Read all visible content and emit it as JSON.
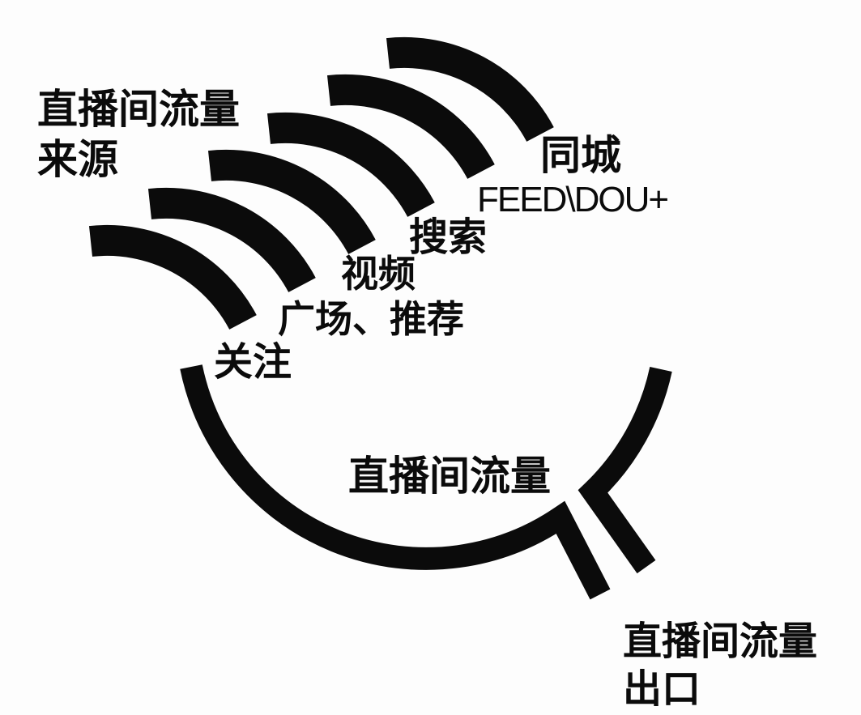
{
  "diagram": {
    "background_color": "#fdfdfd",
    "ink_color": "#0b0b0b",
    "source_title": {
      "line1": "直播间流量",
      "line2": "来源"
    },
    "sources": [
      {
        "label": "关注"
      },
      {
        "label": "广场、推荐"
      },
      {
        "label": "视频"
      },
      {
        "label": "搜索"
      },
      {
        "label": "FEED\\DOU+"
      },
      {
        "label": "同城"
      }
    ],
    "center_label": "直播间流量",
    "exit_title": {
      "line1": "直播间流量",
      "line2": "出口"
    }
  }
}
